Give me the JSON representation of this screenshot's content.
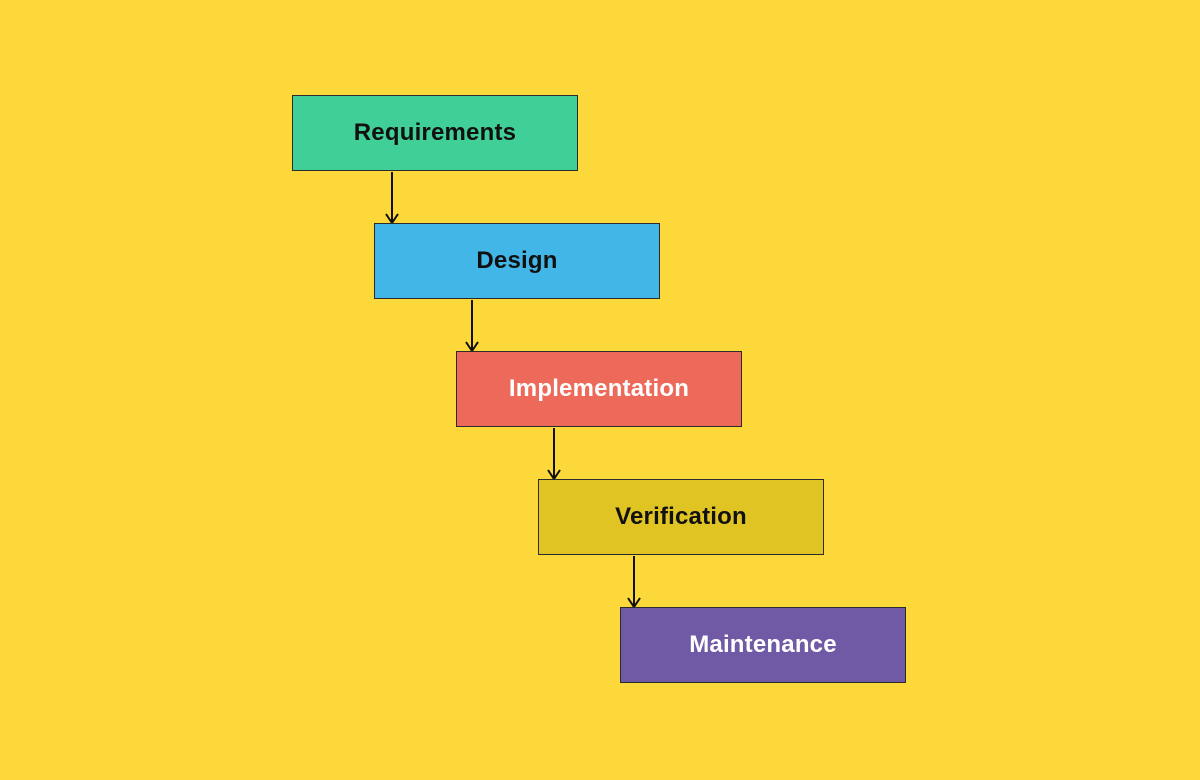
{
  "background_color": "#fdd83b",
  "stages": [
    {
      "label": "Requirements",
      "fill": "#41cf98",
      "text_color": "#111111"
    },
    {
      "label": "Design",
      "fill": "#42b6e6",
      "text_color": "#111111"
    },
    {
      "label": "Implementation",
      "fill": "#ed6a5b",
      "text_color": "#ffffff"
    },
    {
      "label": "Verification",
      "fill": "#e0c424",
      "text_color": "#111111"
    },
    {
      "label": "Maintenance",
      "fill": "#7059a5",
      "text_color": "#ffffff"
    }
  ],
  "connector_color": "#111111"
}
